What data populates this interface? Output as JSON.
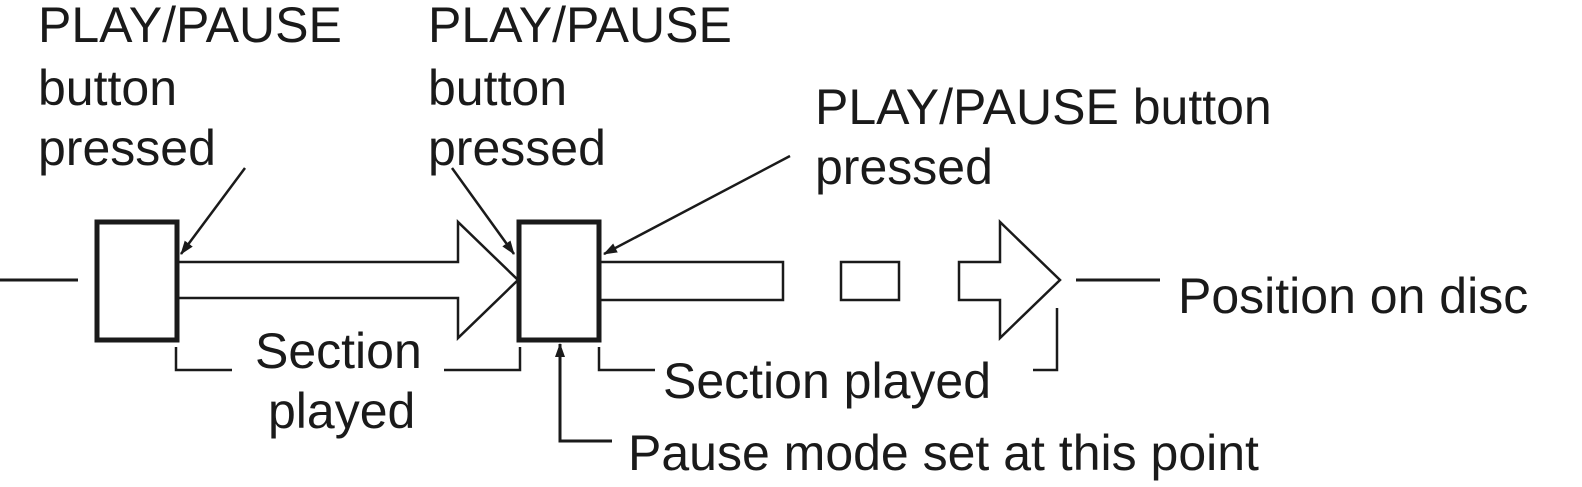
{
  "labels": {
    "press1": [
      "PLAY/PAUSE",
      "button",
      "pressed"
    ],
    "press2": [
      "PLAY/PAUSE",
      "button",
      "pressed"
    ],
    "press3": [
      "PLAY/PAUSE button",
      "pressed"
    ],
    "section1": [
      "Section",
      "played"
    ],
    "section2": "Section played",
    "pause_mode": "Pause mode set at this point",
    "position": "Position on disc"
  },
  "colors": {
    "ink": "#1a1a1a",
    "background": "#ffffff"
  }
}
